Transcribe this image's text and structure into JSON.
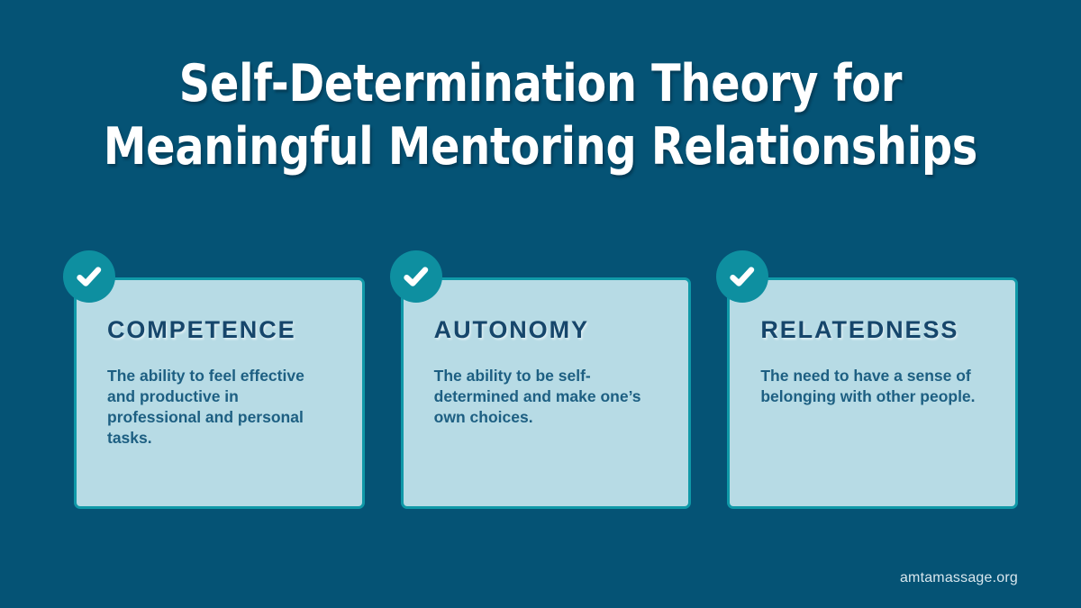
{
  "title": {
    "lines": [
      "Self-Determination Theory for",
      "Meaningful Mentoring Relationships"
    ]
  },
  "cards": [
    {
      "heading": "COMPETENCE",
      "body": "The ability to feel effective and productive in professional and personal tasks.",
      "icon": "check-icon"
    },
    {
      "heading": "AUTONOMY",
      "body": "The ability to be self-determined and make one’s own choices.",
      "icon": "check-icon"
    },
    {
      "heading": "RELATEDNESS",
      "body": "The need to have a sense of belonging with other people.",
      "icon": "check-icon"
    }
  ],
  "footer": {
    "attribution": "amtamassage.org"
  },
  "colors": {
    "background": "#055375",
    "card_fill": "#b7dbe5",
    "card_border": "#1099a8",
    "badge": "#0e8fa0",
    "heading_text": "#16466b",
    "body_text": "#1d5f82",
    "title_text": "#ffffff",
    "footer_text": "#d8e7ee"
  }
}
